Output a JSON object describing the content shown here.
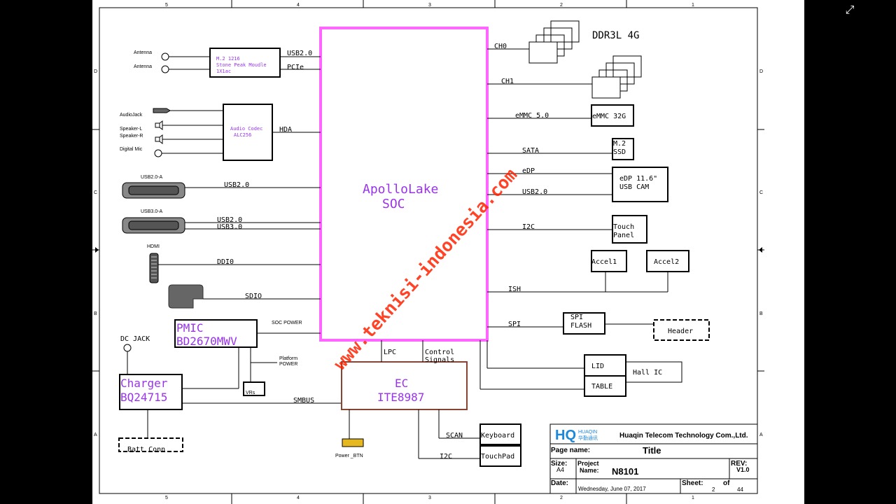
{
  "border": {
    "cols_top": [
      "5",
      "4",
      "3",
      "2",
      "1"
    ],
    "cols_bottom": [
      "5",
      "4",
      "3",
      "2",
      "1"
    ],
    "rows_left": [
      "D",
      "C",
      "B",
      "A"
    ],
    "rows_right": [
      "D",
      "C",
      "B",
      "A"
    ]
  },
  "soc": {
    "line1": "ApolloLake",
    "line2": "SOC"
  },
  "wifi": {
    "antenna1": "Antenna",
    "antenna2": "Antenna",
    "line1": "M.2 1216",
    "line2": "Stone Peak Moudle",
    "line3": "1X1ac",
    "bus1": "USB2.0",
    "bus2": "PCIe"
  },
  "audio": {
    "jack": "AudioJack",
    "spk_l": "Speaker-L",
    "spk_r": "Speaker-R",
    "mic": "Digital Mic",
    "line1": "Audio Codec",
    "line2": "ALC256",
    "bus": "HDA"
  },
  "usb": {
    "usb2_label": "USB2.0-A",
    "usb2_bus": "USB2.0",
    "usb3_label": "USB3.0-A",
    "usb3_bus1": "USB2.0",
    "usb3_bus2": "USB3.0"
  },
  "hdmi": {
    "label": "HDMI",
    "bus": "DDI0"
  },
  "sd": {
    "bus": "SDIO"
  },
  "pmic": {
    "line1": "PMIC",
    "line2": "BD2670MWV",
    "soc_power": "SOC POWER",
    "platform1": "Platform",
    "platform2": "POWER",
    "vrs": "VRs"
  },
  "charger": {
    "dc_jack": "DC JACK",
    "line1": "Charger",
    "line2": "BQ24715",
    "smbus": "SMBUS",
    "batt": "Batt Conn"
  },
  "ec": {
    "line1": "EC",
    "line2": "ITE8987",
    "lpc": "LPC",
    "ctrl1": "Control",
    "ctrl2": "Signals",
    "power_btn": "Power _BTN",
    "scan": "SCAN",
    "i2c": "I2C",
    "keyboard": "Keyboard",
    "touchpad": "TouchPad"
  },
  "memory": {
    "title": "DDR3L 4G",
    "ch0": "CH0",
    "ch1": "CH1"
  },
  "storage": {
    "emmc_bus": "eMMC 5.0",
    "emmc": "eMMC 32G",
    "sata_bus": "SATA",
    "ssd1": "M.2",
    "ssd2": "SSD"
  },
  "display": {
    "edp_bus": "eDP",
    "usb_bus": "USB2.0",
    "line1": "eDP 11.6\"",
    "line2": "USB CAM"
  },
  "touch": {
    "bus": "I2C",
    "line1": "Touch",
    "line2": "Panel"
  },
  "sensors": {
    "accel1": "Accel1",
    "accel2": "Accel2",
    "bus": "ISH"
  },
  "spi": {
    "bus": "SPI",
    "line1": "SPI",
    "line2": "FLASH",
    "header": "Header"
  },
  "lid": {
    "lid": "LID",
    "table": "TABLE",
    "hall": "Hall IC"
  },
  "watermark": "www.teknisi-indonesia.com",
  "titleblock": {
    "logo_name": "HUAQIN",
    "logo_cn": "华勤通讯",
    "company": "Huaqin Telecom Technology Com.,Ltd.",
    "page_name_label": "Page name:",
    "page_name": "Title",
    "size_label": "Size:",
    "size": "A4",
    "project_label1": "Project",
    "project_label2": "Name:",
    "project": "N8101",
    "rev_label": "REV:",
    "rev": "V1.0",
    "date_label": "Date:",
    "date": "Wednesday, June 07, 2017",
    "sheet_label": "Sheet:",
    "sheet": "2",
    "of_label": "of",
    "total": "44"
  },
  "colors": {
    "soc": "#ff66ff",
    "purple_text": "#9933ee",
    "ec_border": "#884433",
    "watermark": "#ff2200"
  }
}
